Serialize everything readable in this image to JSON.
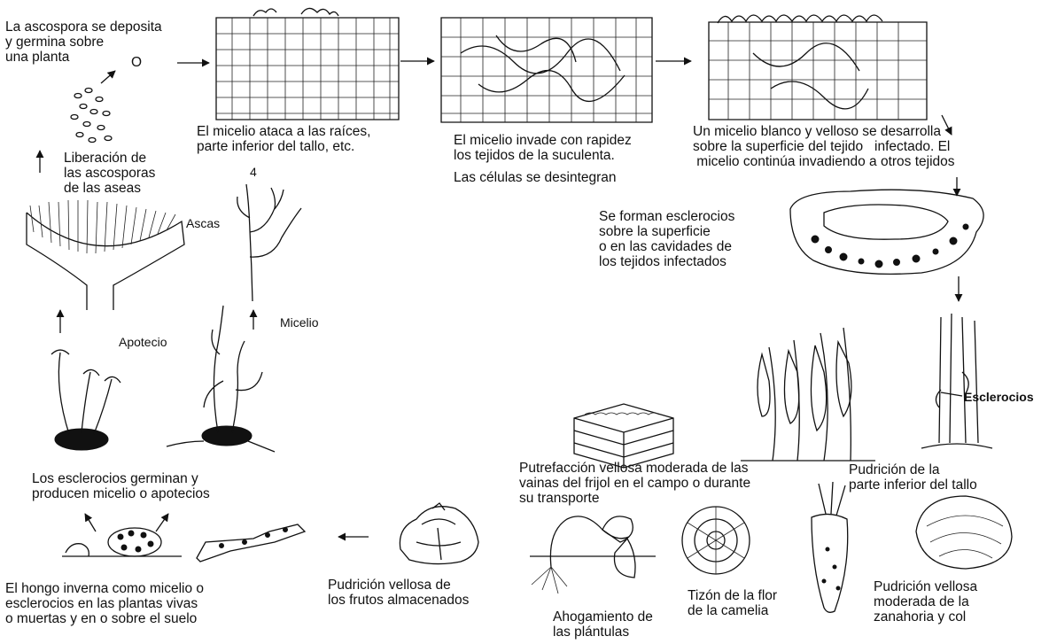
{
  "labels": {
    "ascospore_deposit": "La ascospora se deposita\ny germina sobre\nuna planta",
    "marker_o": "O",
    "mycelium_attacks": "El micelio ataca a las raíces,\nparte inferior del tallo, etc.",
    "mycelium_invades": "El micelio invade con rapidez\nlos tejidos de la suculenta.",
    "cells_disintegrate": "Las células se desintegran",
    "white_mycelium": "Un micelio blanco y velloso se desarrolla\nsobre la superficie del tejido   infectado. El\n micelio continúa invadiendo a otros tejidos",
    "ascospore_release": "Liberación de\nlas ascosporas\nde las aseas",
    "marker_4": "4",
    "ascas": "Ascas",
    "sclerotia_form": "Se forman esclerocios\nsobre la superficie\no en las cavidades de\nlos tejidos infectados",
    "apotecio": "Apotecio",
    "micelio": "Micelio",
    "esclerocios": "Esclerocios",
    "sclerotia_germinate": "Los esclerocios germinan y\nproducen micelio o apotecios",
    "bean_rot": "Putrefacción vellosa moderada de las\nvainas del frijol en el campo o durante\nsu transporte",
    "stem_rot": "Pudrición de la\nparte inferior del tallo",
    "overwinter": "El hongo inverna como micelio o\nesclerocios en las plantas vivas\no muertas y en o sobre el suelo",
    "stored_fruit": "Pudrición vellosa de\nlos frutos almacenados",
    "seedling_damping": "Ahogamiento de\nlas plántulas",
    "camellia_blight": "Tizón de la flor\nde la camelia",
    "carrot_cabbage": "Pudrición vellosa\nmoderada de la\nzanahoria y col"
  }
}
